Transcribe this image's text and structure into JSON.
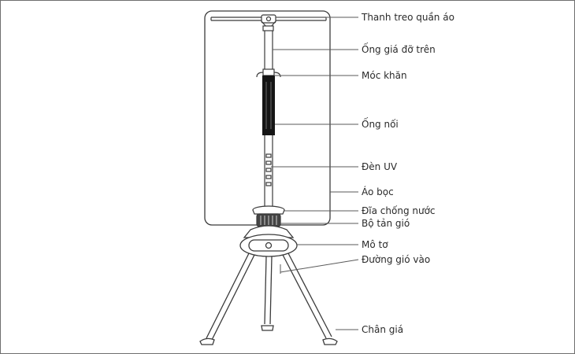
{
  "labels": {
    "hanger_bar": "Thanh treo quần áo",
    "upper_tube": "Ống giá đỡ trên",
    "towel_hook": "Móc khăn",
    "connecting_tube": "Ống nối",
    "uv_lamp": "Đèn UV",
    "cover": "Áo bọc",
    "water_plate": "Đĩa chống nước",
    "diffuser": "Bộ tản gió",
    "motor": "Mô tơ",
    "air_inlet": "Đường gió vào",
    "tripod_leg": "Chân giá"
  }
}
